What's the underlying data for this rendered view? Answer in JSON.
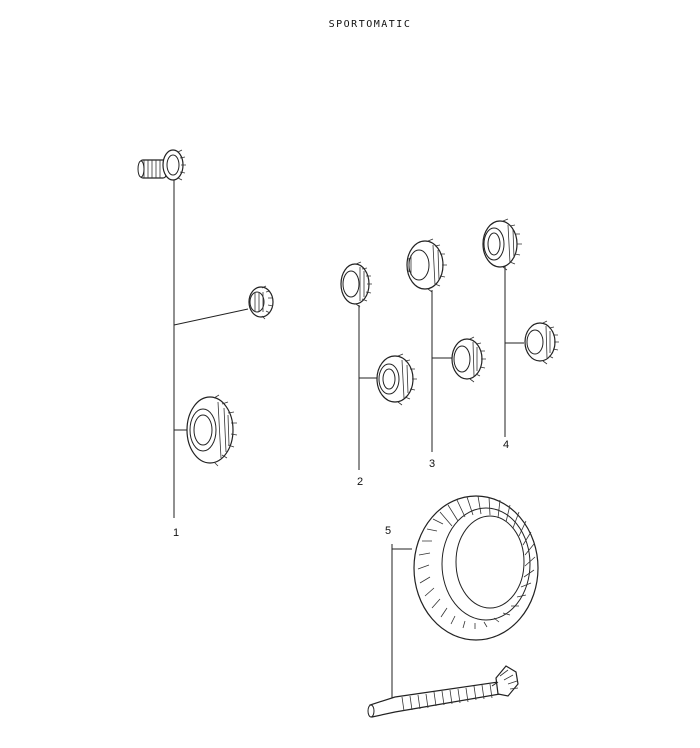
{
  "header": {
    "title": "SPORTOMATIC"
  },
  "callouts": {
    "c1": "1",
    "c2": "2",
    "c3": "3",
    "c4": "4",
    "c5": "5"
  }
}
